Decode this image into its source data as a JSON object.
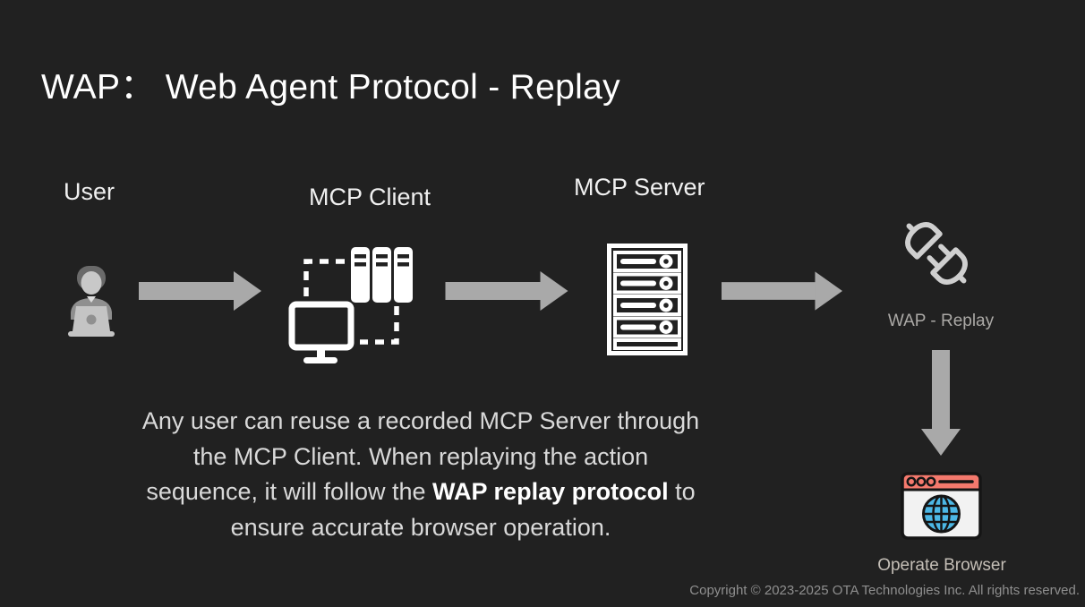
{
  "slide": {
    "title": "WAP：  Web Agent Protocol - Replay",
    "background": "#212121"
  },
  "flow": {
    "nodes": [
      {
        "id": "user",
        "label": "User",
        "icon": "person-laptop-icon"
      },
      {
        "id": "mcp-client",
        "label": "MCP Client",
        "icon": "client-monitor-servers-icon"
      },
      {
        "id": "mcp-server",
        "label": "MCP Server",
        "icon": "server-rack-icon"
      },
      {
        "id": "wap-replay",
        "label": "WAP - Replay",
        "icon": "plug-disconnect-icon"
      },
      {
        "id": "operate-browser",
        "label": "Operate Browser",
        "icon": "browser-globe-icon"
      }
    ],
    "connections": [
      "user->mcp-client",
      "mcp-client->mcp-server",
      "mcp-server->wap-replay",
      "wap-replay->operate-browser"
    ]
  },
  "description": {
    "line1": "Any user can reuse a recorded MCP Server through",
    "line2": "the MCP Client. When replaying the action",
    "line3_pre": "sequence, it will follow the ",
    "line3_bold": "WAP replay protocol",
    "line3_post": " to",
    "line4": "ensure accurate browser operation."
  },
  "footer": {
    "copyright": "Copyright © 2023-2025 OTA Technologies Inc. All rights reserved."
  },
  "colors": {
    "background": "#212121",
    "title_text": "#ffffff",
    "node_label_text": "#f0f0f0",
    "muted_label_text": "#aba9a6",
    "operate_label_text": "#c4beb6",
    "paragraph_text": "#d9d9d9",
    "paragraph_bold_text": "#ffffff",
    "copyright_text": "#8f8f8f",
    "arrow": "#a9a9a9",
    "icon_white": "#ffffff",
    "plug_gray": "#cfcfcf",
    "person_gray": "#8f8f8f",
    "browser_bar_coral": "#f4796d",
    "globe_blue": "#4cb8e6"
  }
}
